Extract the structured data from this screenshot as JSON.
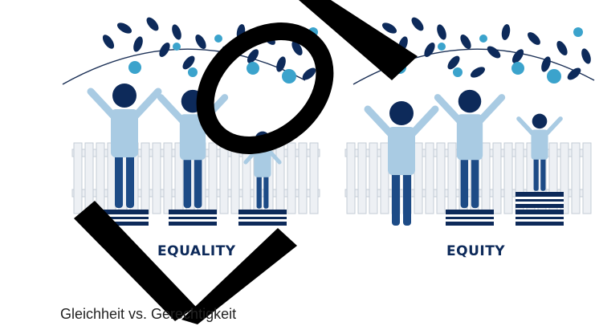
{
  "labels": {
    "equality": "EQUALITY",
    "equity": "EQUITY"
  },
  "caption": "Gleichheit vs. Gerechtigkeit",
  "colors": {
    "navy": "#0d2a5a",
    "mid_blue": "#1d4b86",
    "light_blue": "#a9cbe3",
    "teal": "#3ba3cc",
    "fence": "#edf0f4",
    "fence_stroke": "#c4ccd6",
    "branch": "#1a2f55",
    "watermark": "#000000",
    "text": "#222222",
    "label_text": "#0d2a5a"
  },
  "icons": {
    "watermark": "black-scribble-overlay",
    "leaves": "olive-branch",
    "figures": "person-figure",
    "crate": "wooden-crate"
  },
  "scene": {
    "left": {
      "title_key": "equality",
      "crates_per_person": [
        1,
        1,
        1
      ]
    },
    "right": {
      "title_key": "equity",
      "crates_per_person": [
        0,
        1,
        2
      ]
    }
  }
}
